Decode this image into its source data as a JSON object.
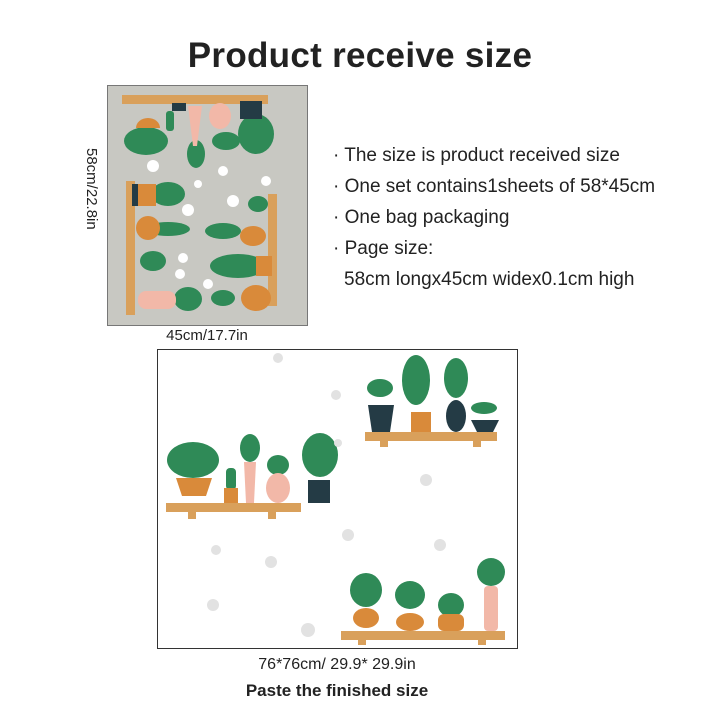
{
  "title": "Product receive size",
  "sheet": {
    "height_label": "58cm/22.8in",
    "width_label": "45cm/17.7in"
  },
  "bullets": [
    "· The size is product received size",
    "· One set contains1sheets of 58*45cm",
    "· One bag packaging",
    "· Page size:",
    "58cm longx45cm widex0.1cm high"
  ],
  "finished": {
    "size_label": "76*76cm/ 29.9* 29.9in",
    "caption": "Paste the finished size"
  },
  "colors": {
    "sheet_bg": "#c8c8c2",
    "wood": "#d9a05b",
    "green": "#2f8a57",
    "dark": "#243b45",
    "pink": "#f2b8a8",
    "orange": "#d98a3a"
  }
}
